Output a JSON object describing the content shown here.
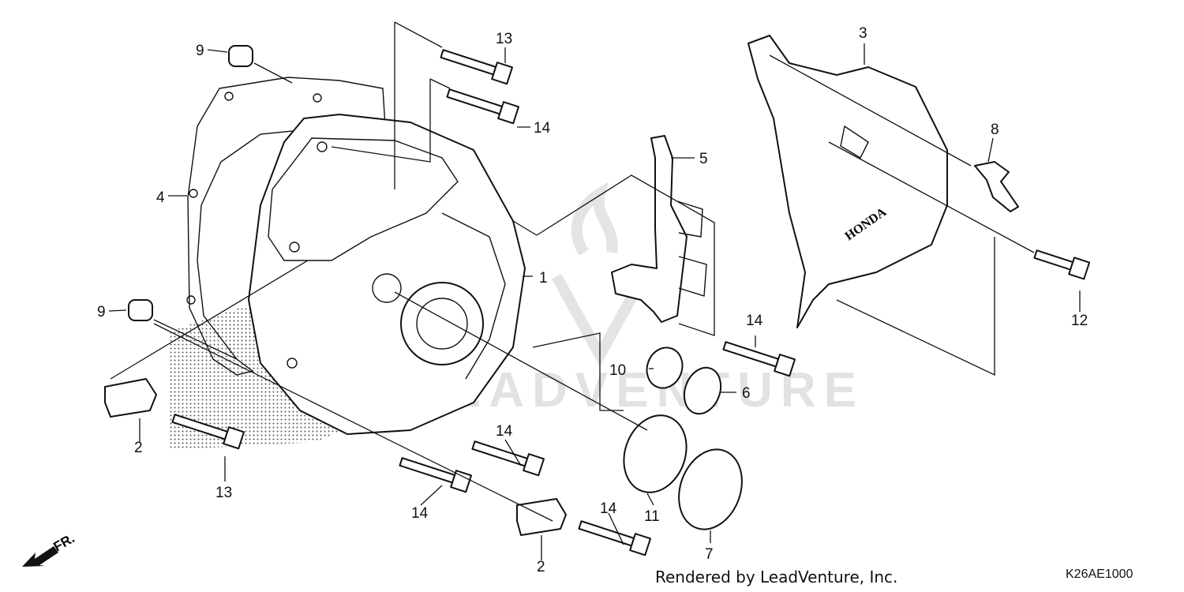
{
  "watermark": "LEADVENTURE",
  "brand_on_cover": "HONDA",
  "direction_arrow": "FR.",
  "footer": {
    "credit": "Rendered by LeadVenture, Inc.",
    "diagram_code": "K26AE1000"
  },
  "callouts": {
    "c1": "1",
    "c2a": "2",
    "c2b": "2",
    "c3": "3",
    "c4": "4",
    "c5": "5",
    "c6": "6",
    "c7": "7",
    "c8": "8",
    "c9a": "9",
    "c9b": "9",
    "c10": "10",
    "c11": "11",
    "c12": "12",
    "c13a": "13",
    "c13b": "13",
    "c14a": "14",
    "c14b": "14",
    "c14c": "14",
    "c14d": "14",
    "c14e": "14"
  },
  "colors": {
    "line": "#111111",
    "background": "#ffffff",
    "watermark": "#e2e2e2"
  }
}
